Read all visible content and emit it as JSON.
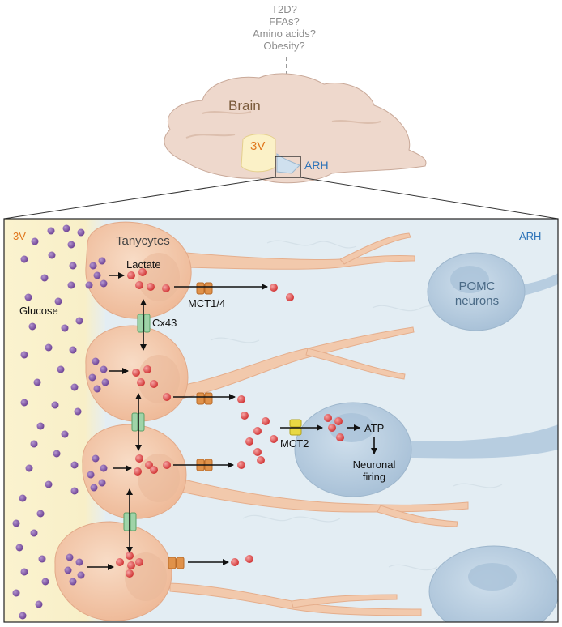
{
  "top_factors": [
    "T2D?",
    "FFAs?",
    "Amino acids?",
    "Obesity?"
  ],
  "brain": {
    "label": "Brain",
    "third_ventricle": "3V",
    "arcuate": "ARH"
  },
  "panel": {
    "third_ventricle": "3V",
    "arcuate": "ARH",
    "tanycytes": "Tanycytes",
    "lactate": "Lactate",
    "glucose": "Glucose",
    "connexin": "Cx43",
    "mct_tanycyte": "MCT1/4",
    "mct_neuron": "MCT2",
    "atp": "ATP",
    "neuronal_firing": [
      "Neuronal",
      "firing"
    ],
    "pomc_neurons": [
      "POMC",
      "neurons"
    ]
  },
  "colors": {
    "ventricle_yellow": "#fbf3cf",
    "csf_blue": "#dfeaf1",
    "tanycyte_fill": "#f4cfb4",
    "neuron_fill": "#b7cde0",
    "glucose_purple": "#7b4fa0",
    "lactate_red": "#d63b3b",
    "mct_orange": "#e0924a",
    "mct2_yellow": "#e8d843",
    "cx43_green": "#9fd3a8",
    "label_3v": "#e0781e",
    "label_arh": "#2b72b8",
    "brain_label": "#7a5a3a",
    "grey_text": "#8c8c8c"
  }
}
